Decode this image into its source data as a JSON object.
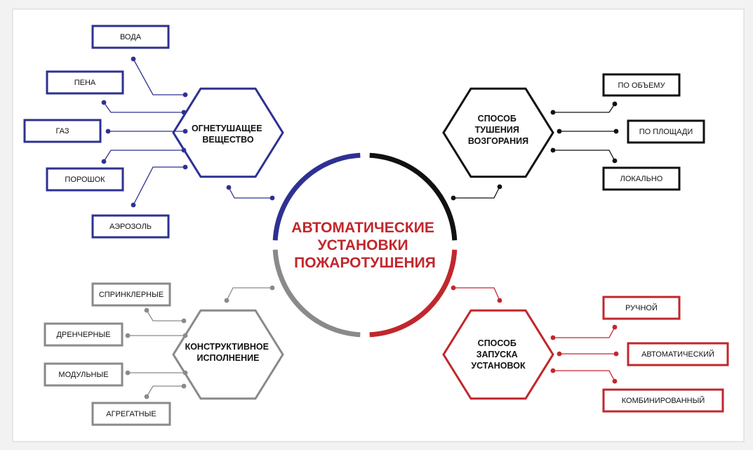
{
  "colors": {
    "blue": "#2e3192",
    "black": "#111111",
    "gray": "#8a8a8a",
    "red": "#c1272d",
    "background": "#ffffff"
  },
  "center": {
    "title_lines": [
      "АВТОМАТИЧЕСКИЕ",
      "УСТАНОВКИ",
      "ПОЖАРОТУШЕНИЯ"
    ]
  },
  "groups": {
    "agent": {
      "label_lines": [
        "ОГНЕТУШАЩЕЕ",
        "ВЕЩЕСТВО"
      ],
      "items": [
        "ВОДА",
        "ПЕНА",
        "ГАЗ",
        "ПОРОШОК",
        "АЭРОЗОЛЬ"
      ]
    },
    "method": {
      "label_lines": [
        "СПОСОБ",
        "ТУШЕНИЯ",
        "ВОЗГОРАНИЯ"
      ],
      "items": [
        "ПО ОБЪЕМУ",
        "ПО ПЛОЩАДИ",
        "ЛОКАЛЬНО"
      ]
    },
    "design": {
      "label_lines": [
        "КОНСТРУКТИВНОЕ",
        "ИСПОЛНЕНИЕ"
      ],
      "items": [
        "СПРИНКЛЕРНЫЕ",
        "ДРЕНЧЕРНЫЕ",
        "МОДУЛЬНЫЕ",
        "АГРЕГАТНЫЕ"
      ]
    },
    "start": {
      "label_lines": [
        "СПОСОБ",
        "ЗАПУСКА",
        "УСТАНОВОК"
      ],
      "items": [
        "РУЧНОЙ",
        "АВТОМАТИЧЕСКИЙ",
        "КОМБИНИРОВАННЫЙ"
      ]
    }
  }
}
